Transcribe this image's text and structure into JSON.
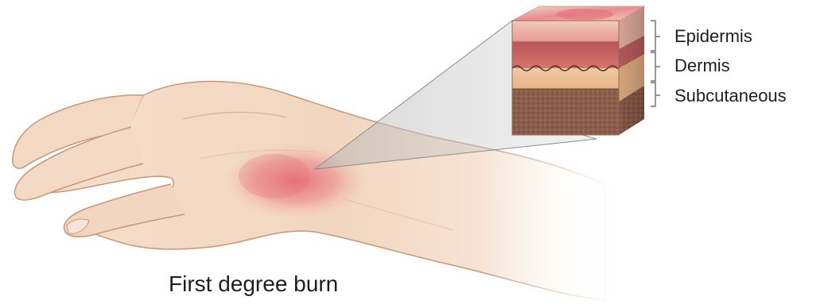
{
  "diagram": {
    "caption": "First degree burn",
    "layers": [
      {
        "label": "Epidermis"
      },
      {
        "label": "Dermis"
      },
      {
        "label": "Subcutaneous"
      }
    ]
  },
  "colors": {
    "skin": "#f3d8c2",
    "skin_shadow": "#dcae8f",
    "burn": "#e8707a",
    "epidermis": "#f0c5b4",
    "dermis": "#c0605e",
    "dermis_lower": "#e9b88e",
    "subcutaneous": "#8a5a49",
    "leader": "#9a9a9a",
    "label_text": "#1e1e1e"
  }
}
